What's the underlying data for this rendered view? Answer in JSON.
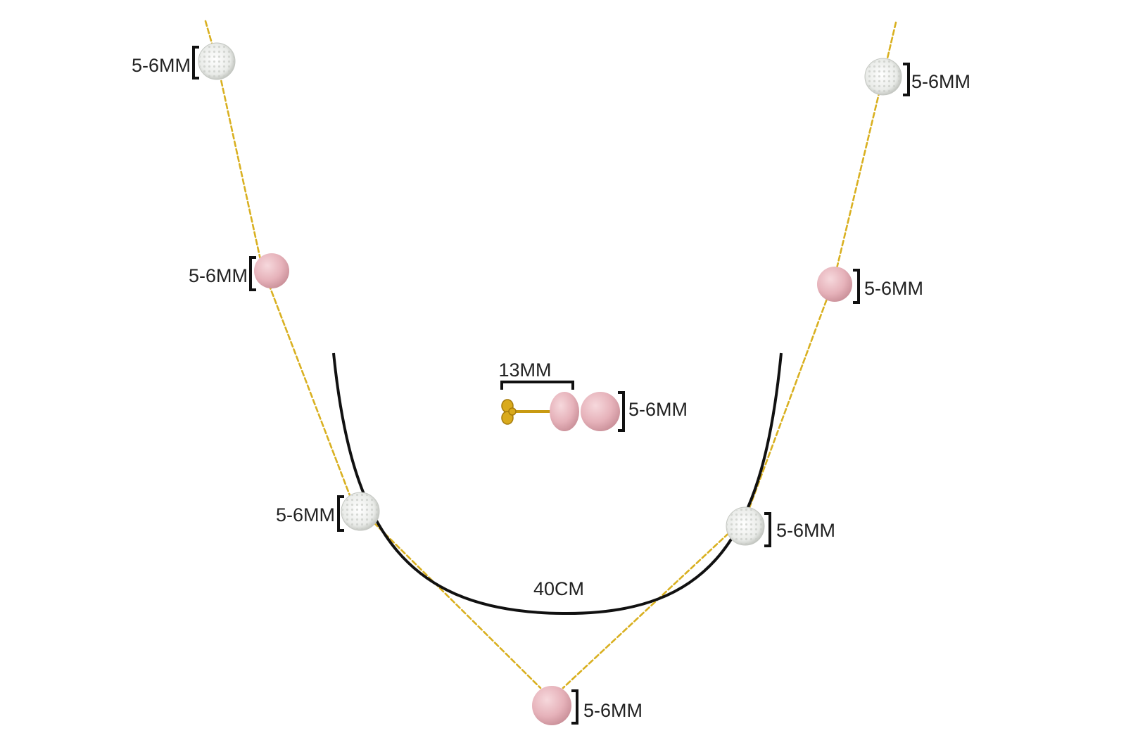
{
  "colors": {
    "chain": "#d9b020",
    "pearl": "#e8b7bf",
    "crystal": "#eceeec",
    "curve": "#111111",
    "bracket": "#111111"
  },
  "necklace": {
    "length_label": "40CM",
    "beads": [
      {
        "kind": "crystal",
        "size_label": "5-6MM"
      },
      {
        "kind": "crystal",
        "size_label": "5-6MM"
      },
      {
        "kind": "pearl",
        "size_label": "5-6MM"
      },
      {
        "kind": "pearl",
        "size_label": "5-6MM"
      },
      {
        "kind": "crystal",
        "size_label": "5-6MM"
      },
      {
        "kind": "crystal",
        "size_label": "5-6MM"
      },
      {
        "kind": "pearl",
        "size_label": "5-6MM"
      }
    ]
  },
  "earrings": {
    "post_label": "13MM",
    "pearl_label": "5-6MM"
  }
}
